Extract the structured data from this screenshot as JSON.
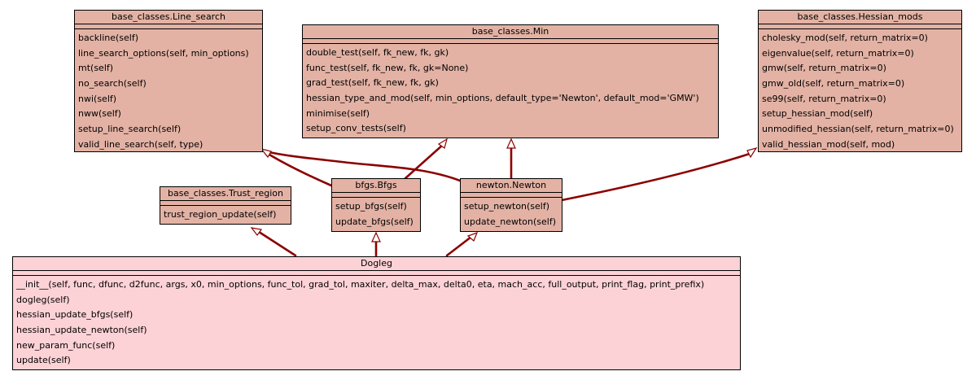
{
  "colors": {
    "node_fill": "#e3b2a4",
    "focus_fill": "#fdd2d6",
    "edge": "#8b0000",
    "border": "#000000"
  },
  "classes": {
    "line_search": {
      "name": "base_classes.Line_search",
      "methods": [
        "backline(self)",
        "line_search_options(self, min_options)",
        "mt(self)",
        "no_search(self)",
        "nwi(self)",
        "nww(self)",
        "setup_line_search(self)",
        "valid_line_search(self, type)"
      ]
    },
    "min": {
      "name": "base_classes.Min",
      "methods": [
        "double_test(self, fk_new, fk, gk)",
        "func_test(self, fk_new, fk, gk=None)",
        "grad_test(self, fk_new, fk, gk)",
        "hessian_type_and_mod(self, min_options, default_type='Newton', default_mod='GMW')",
        "minimise(self)",
        "setup_conv_tests(self)"
      ]
    },
    "hessian_mods": {
      "name": "base_classes.Hessian_mods",
      "methods": [
        "cholesky_mod(self, return_matrix=0)",
        "eigenvalue(self, return_matrix=0)",
        "gmw(self, return_matrix=0)",
        "gmw_old(self, return_matrix=0)",
        "se99(self, return_matrix=0)",
        "setup_hessian_mod(self)",
        "unmodified_hessian(self, return_matrix=0)",
        "valid_hessian_mod(self, mod)"
      ]
    },
    "trust_region": {
      "name": "base_classes.Trust_region",
      "methods": [
        "trust_region_update(self)"
      ]
    },
    "bfgs": {
      "name": "bfgs.Bfgs",
      "methods": [
        "setup_bfgs(self)",
        "update_bfgs(self)"
      ]
    },
    "newton": {
      "name": "newton.Newton",
      "methods": [
        "setup_newton(self)",
        "update_newton(self)"
      ]
    },
    "dogleg": {
      "name": "Dogleg",
      "methods": [
        "__init__(self, func, dfunc, d2func, args, x0, min_options, func_tol, grad_tol, maxiter, delta_max, delta0, eta, mach_acc, full_output, print_flag, print_prefix)",
        "dogleg(self)",
        "hessian_update_bfgs(self)",
        "hessian_update_newton(self)",
        "new_param_func(self)",
        "update(self)"
      ]
    }
  }
}
